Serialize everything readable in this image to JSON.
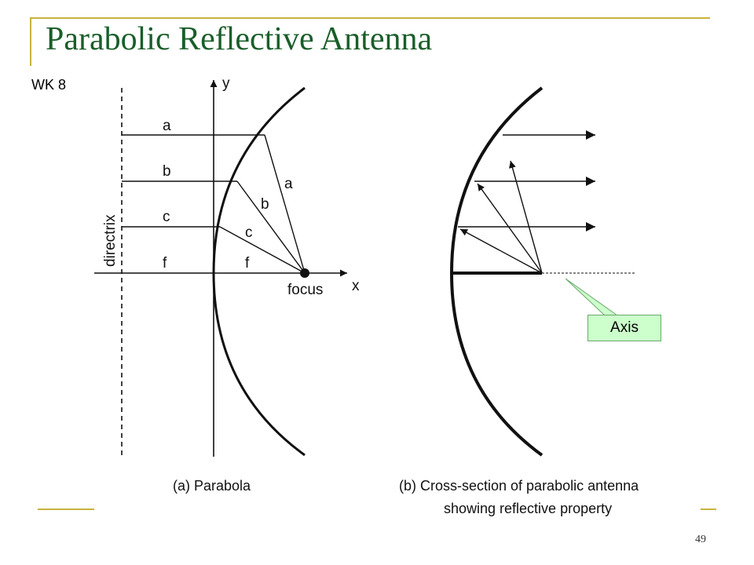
{
  "slide": {
    "title": "Parabolic Reflective Antenna",
    "tag": "WK 8",
    "page_number": "49"
  },
  "diagram": {
    "parabola": {
      "y_axis_label": "y",
      "x_axis_label": "x",
      "directrix_label": "directrix",
      "focus_label": "focus",
      "horizontal_distance_labels": [
        "a",
        "b",
        "c",
        "f"
      ],
      "slant_distance_labels": [
        "a",
        "b",
        "c",
        "f"
      ],
      "caption": "(a) Parabola"
    },
    "antenna": {
      "caption_line1": "(b) Cross-section of parabolic antenna",
      "caption_line2": "showing reflective property",
      "callout_label": "Axis"
    }
  }
}
